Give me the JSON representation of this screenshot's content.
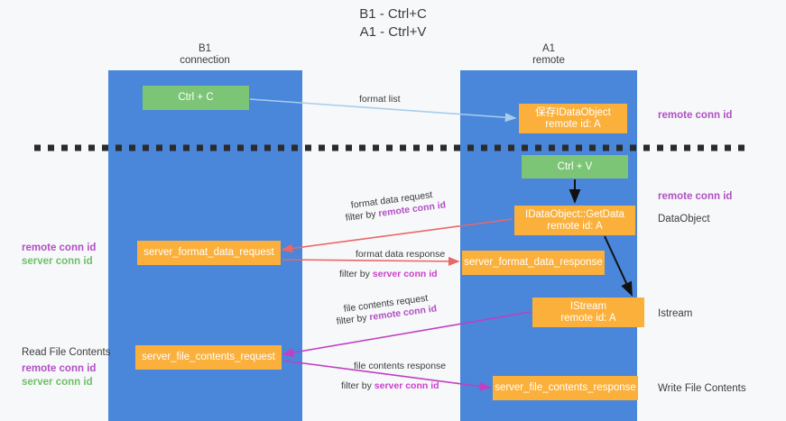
{
  "title": "B1 - Ctrl+C\nA1 - Ctrl+V",
  "lanes": [
    {
      "name": "b1",
      "header": "B1\nconnection"
    },
    {
      "name": "a1",
      "header": "A1\nremote"
    }
  ],
  "nodes": {
    "ctrl_c": "Ctrl + C",
    "idataobject": "保存IDataObject\nremote id: A",
    "ctrl_v": "Ctrl + V",
    "getdata": "IDataObject::GetData\nremote id: A",
    "server_format_data_request": "server_format_data_request",
    "server_format_data_response": "server_format_data_response",
    "istream": "IStream\nremote id: A",
    "server_file_contents_request": "server_file_contents_request",
    "server_file_contents_response": "server_file_contents_response"
  },
  "arrow_labels": {
    "format_list": "format list",
    "format_data_request": "format data request",
    "format_data_request_filter_prefix": "filter by ",
    "format_data_request_filter_key": "remote conn id",
    "format_data_response": "format data response",
    "format_data_response_filter_prefix": "filter by ",
    "format_data_response_filter_key": "server conn id",
    "file_contents_request": "file contents request",
    "file_contents_request_filter_prefix": "filter by ",
    "file_contents_request_filter_key": "remote conn id",
    "file_contents_response": "file contents response",
    "file_contents_response_filter_prefix": "filter by ",
    "file_contents_response_filter_key": "server conn id"
  },
  "side_labels": {
    "remote_conn_id_top": "remote conn id",
    "remote_conn_id_mid": "remote conn id",
    "dataobject": "DataObject",
    "istream": "Istream",
    "write_file_contents": "Write File Contents",
    "left_remote_conn_id": "remote conn id",
    "left_server_conn_id": "server conn id",
    "read_file_contents": "Read File Contents",
    "left_remote_conn_id_2": "remote conn id",
    "left_server_conn_id_2": "server conn id"
  },
  "colors": {
    "lane": "#4a86d9",
    "green_node": "#7cc576",
    "orange_node": "#fbb03b",
    "purple_text": "#b04fc4",
    "green_text": "#6fbf6a",
    "magenta_text": "#cc3fcc",
    "light_blue_arrow": "#a8cdeb",
    "red_arrow": "#ea6767",
    "black_arrow": "#111111",
    "magenta_arrow": "#c13fc1",
    "background": "#f7f8f9"
  }
}
